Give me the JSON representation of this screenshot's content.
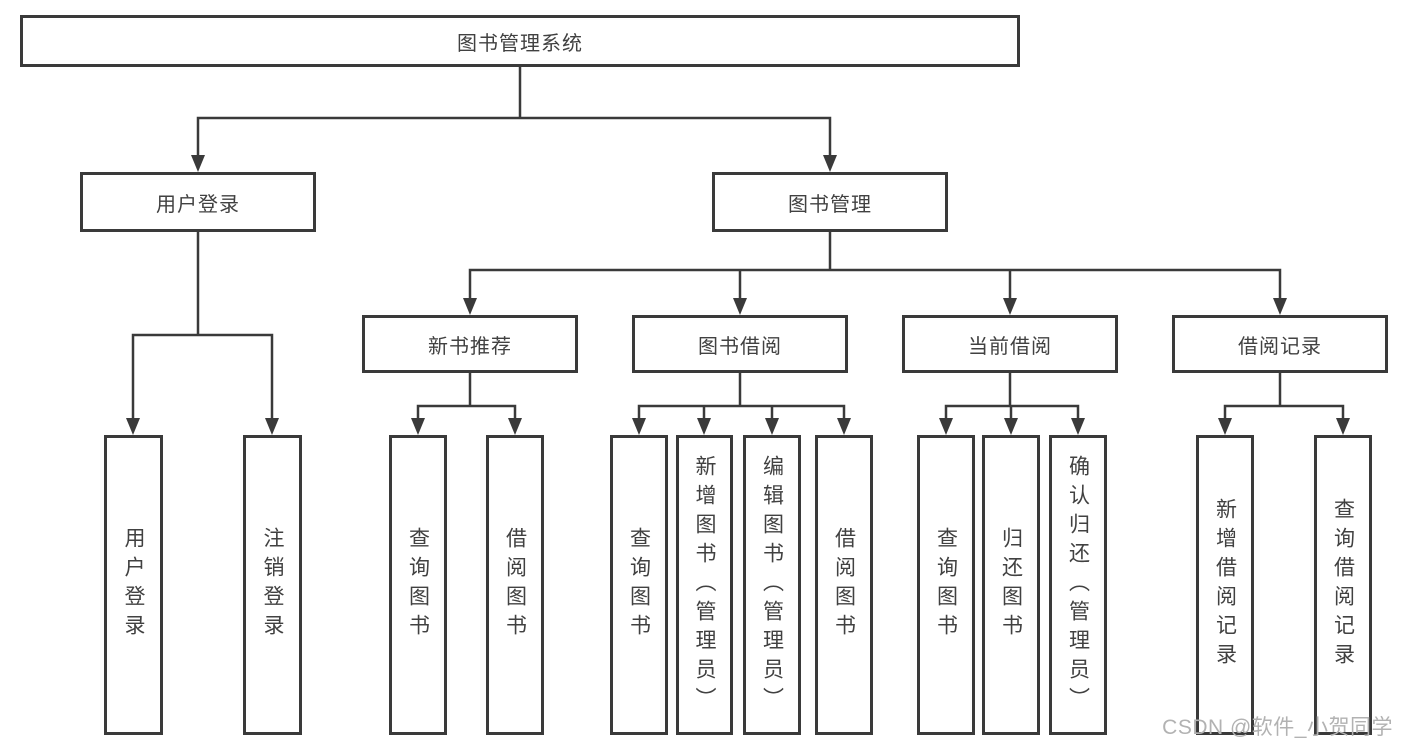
{
  "diagram": {
    "root": {
      "label": "图书管理系统"
    },
    "branches": [
      {
        "label": "用户登录",
        "children": [
          {
            "label": "用户登录"
          },
          {
            "label": "注销登录"
          }
        ]
      },
      {
        "label": "图书管理",
        "children": [
          {
            "label": "新书推荐",
            "children": [
              {
                "label": "查询图书"
              },
              {
                "label": "借阅图书"
              }
            ]
          },
          {
            "label": "图书借阅",
            "children": [
              {
                "label": "查询图书"
              },
              {
                "label": "新增图书（管理员）"
              },
              {
                "label": "编辑图书（管理员）"
              },
              {
                "label": "借阅图书"
              }
            ]
          },
          {
            "label": "当前借阅",
            "children": [
              {
                "label": "查询图书"
              },
              {
                "label": "归还图书"
              },
              {
                "label": "确认归还（管理员）"
              }
            ]
          },
          {
            "label": "借阅记录",
            "children": [
              {
                "label": "新增借阅记录"
              },
              {
                "label": "查询借阅记录"
              }
            ]
          }
        ]
      }
    ]
  },
  "watermark": {
    "text": "CSDN @软件_小贺同学"
  },
  "colors": {
    "line": "#3a3a3a",
    "box_border": "#3a3a3a",
    "text": "#414141",
    "background": "#ffffff",
    "watermark": "#b2b2b2"
  }
}
